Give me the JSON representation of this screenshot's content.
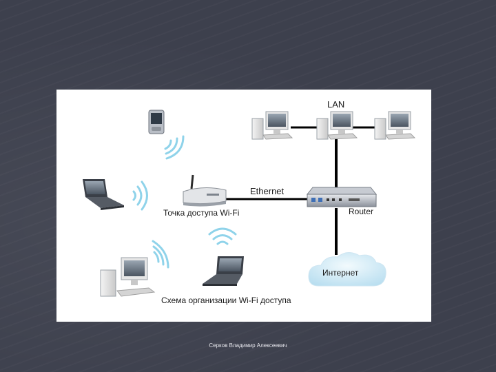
{
  "diagram": {
    "labels": {
      "lan": "LAN",
      "ethernet": "Ethernet",
      "access_point": "Точка доступа Wi-Fi",
      "router": "Router",
      "internet": "Интернет",
      "caption": "Схема организации Wi-Fi доступа"
    },
    "devices": [
      {
        "id": "pda",
        "type": "pda-icon"
      },
      {
        "id": "laptop-left",
        "type": "laptop-icon"
      },
      {
        "id": "access-point",
        "type": "wifi-access-point-icon"
      },
      {
        "id": "desktop-bottom",
        "type": "desktop-computer-icon"
      },
      {
        "id": "laptop-bottom",
        "type": "laptop-icon"
      },
      {
        "id": "lan-pc-1",
        "type": "desktop-computer-icon"
      },
      {
        "id": "lan-pc-2",
        "type": "desktop-computer-icon"
      },
      {
        "id": "lan-pc-3",
        "type": "desktop-computer-icon"
      },
      {
        "id": "router",
        "type": "router-icon"
      },
      {
        "id": "internet-cloud",
        "type": "cloud-icon"
      }
    ],
    "colors": {
      "background": "#3d404d",
      "panel": "#ffffff",
      "wifi_waves": "#8fd3ea",
      "links": "#000000",
      "cloud": "#d6eef8"
    }
  },
  "footer": {
    "author": "Серков Владимир Алексеевич"
  }
}
